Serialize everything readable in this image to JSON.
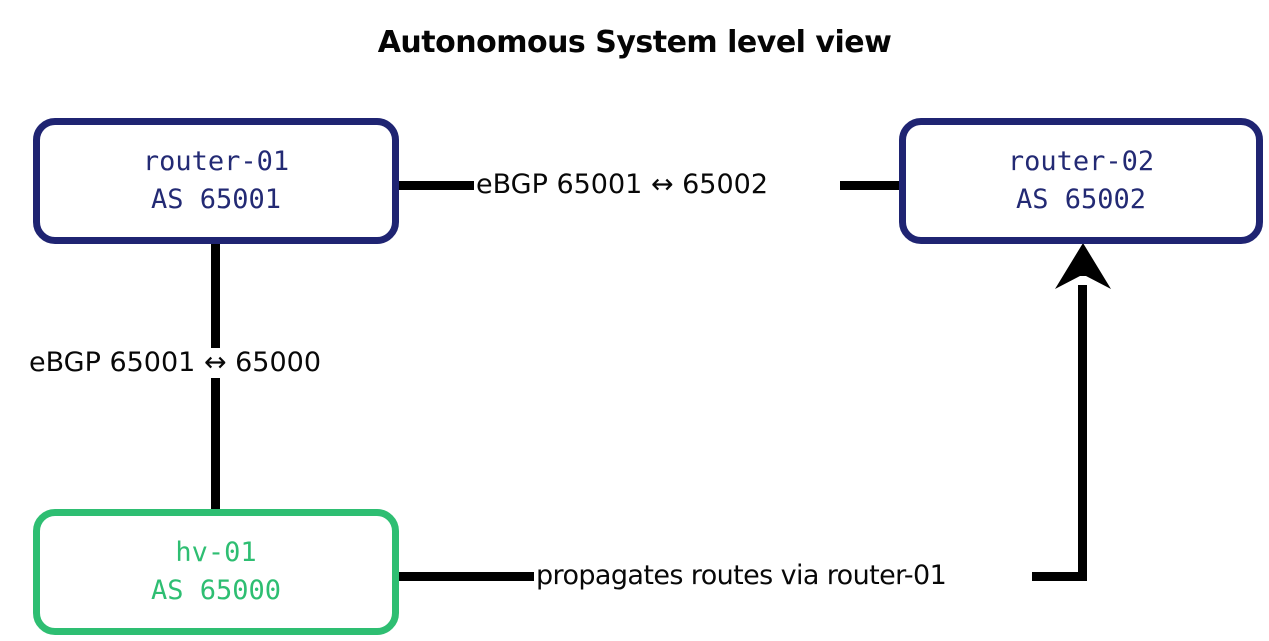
{
  "title": "Autonomous System level view",
  "colors": {
    "router_border": "#1f2472",
    "router_text": "#232a74",
    "host_border": "#2ebe72",
    "host_text": "#2ebe72",
    "edge": "#000000",
    "background": "#ffffff",
    "title_text": "#050505"
  },
  "nodes": [
    {
      "id": "router-01",
      "name": "router-01",
      "asn_label": "AS 65001",
      "role": "router"
    },
    {
      "id": "router-02",
      "name": "router-02",
      "asn_label": "AS 65002",
      "role": "router"
    },
    {
      "id": "hv-01",
      "name": "hv-01",
      "asn_label": "AS 65000",
      "role": "hypervisor"
    }
  ],
  "edges": [
    {
      "id": "router01-router02",
      "from": "router-01",
      "to": "router-02",
      "label": "eBGP 65001 ↔ 65002",
      "directed": false
    },
    {
      "id": "router01-hv01",
      "from": "router-01",
      "to": "hv-01",
      "label": "eBGP 65001 ↔ 65000",
      "directed": false
    },
    {
      "id": "hv01-router02",
      "from": "hv-01",
      "to": "router-02",
      "label": "propagates routes via router-01",
      "directed": true
    }
  ]
}
